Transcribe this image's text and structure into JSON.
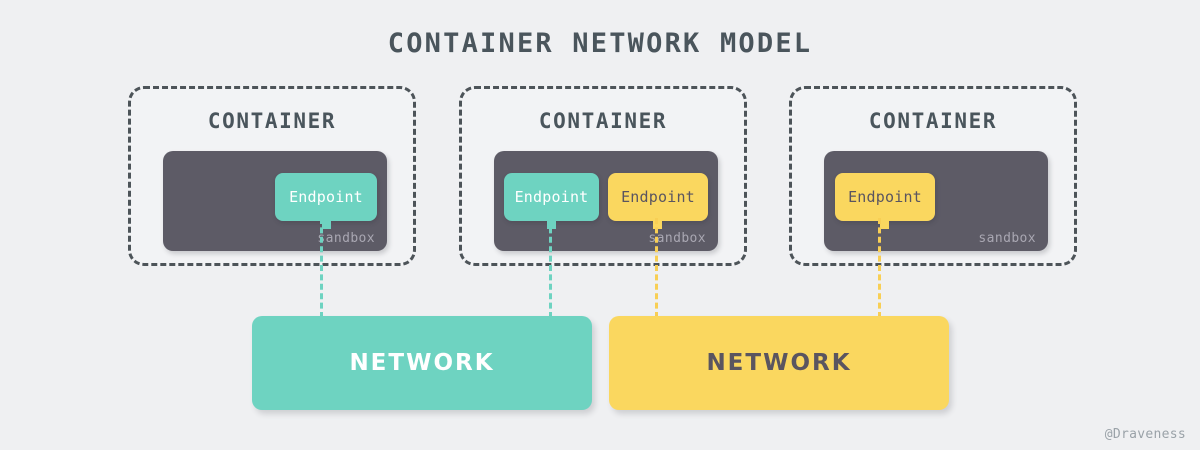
{
  "page": {
    "title": "CONTAINER NETWORK MODEL",
    "background_color": "#eff0f2",
    "watermark": "@Draveness"
  },
  "palette": {
    "title_text": "#4a555c",
    "container_border": "#4d5459",
    "container_fill": "#f2f3f5",
    "sandbox_fill": "#5d5b66",
    "sandbox_label_text": "#a9a7b2",
    "teal": "#6ed3c1",
    "yellow": "#fad75f",
    "teal_text": "#ffffff",
    "yellow_text": "#5a5560",
    "watermark_text": "#9aa2a8"
  },
  "containers": [
    {
      "label": "CONTAINER",
      "sandbox_label": "sandbox",
      "endpoints": [
        {
          "label": "Endpoint",
          "color": "teal"
        }
      ]
    },
    {
      "label": "CONTAINER",
      "sandbox_label": "sandbox",
      "endpoints": [
        {
          "label": "Endpoint",
          "color": "teal"
        },
        {
          "label": "Endpoint",
          "color": "yellow"
        }
      ]
    },
    {
      "label": "CONTAINER",
      "sandbox_label": "sandbox",
      "endpoints": [
        {
          "label": "Endpoint",
          "color": "yellow"
        }
      ]
    }
  ],
  "networks": [
    {
      "label": "NETWORK",
      "color": "teal"
    },
    {
      "label": "NETWORK",
      "color": "yellow"
    }
  ]
}
